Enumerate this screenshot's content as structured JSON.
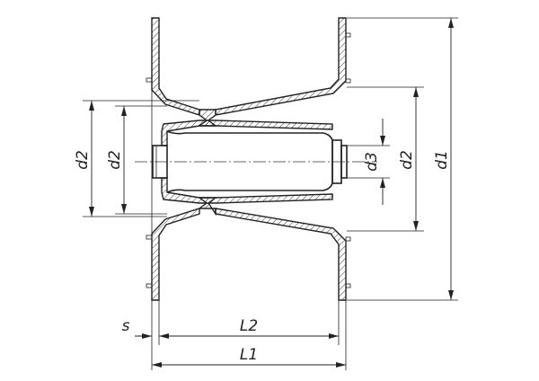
{
  "labels": {
    "s": "s",
    "L1": "L1",
    "L2": "L2",
    "d1": "d1",
    "d2_outer_left": "d2",
    "d2_inner_left": "d2",
    "d2_right": "d2",
    "d3": "d3"
  }
}
